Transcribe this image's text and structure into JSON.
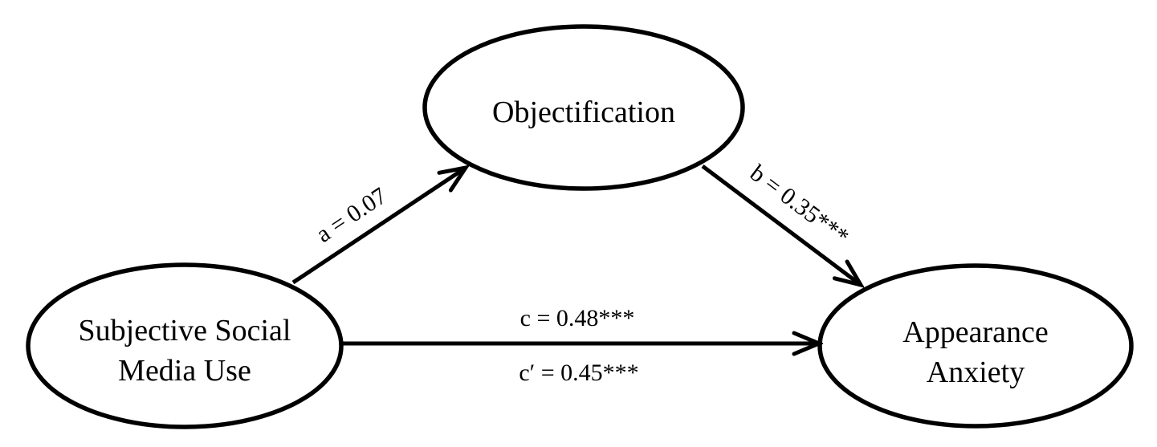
{
  "figure": {
    "type": "mediation-path-diagram",
    "background_color": "#ffffff",
    "ink_color": "#000000"
  },
  "nodes": {
    "predictor": {
      "line1": "Subjective Social",
      "line2": "Media Use"
    },
    "mediator": {
      "label": "Objectification"
    },
    "outcome": {
      "line1": "Appearance",
      "line2": "Anxiety"
    }
  },
  "paths": {
    "a": {
      "label": "a = 0.07"
    },
    "b": {
      "label": "b = 0.35***"
    },
    "c": {
      "label": "c = 0.48***"
    },
    "c_prime": {
      "label": "c′ = 0.45***"
    }
  }
}
